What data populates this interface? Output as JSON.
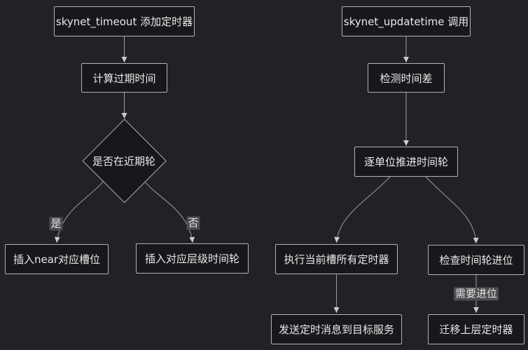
{
  "colors": {
    "background": "#212227",
    "node_fill": "#17181b",
    "node_border": "#b3b3b3",
    "node_text": "#e9e9e9",
    "edge": "#9e9e9e",
    "arrowhead": "#cccccc",
    "edge_label_bg": "#4d4d51",
    "edge_label_text": "#e3e3e3"
  },
  "flows": {
    "timeout": {
      "start": "skynet_timeout 添加定时器",
      "compute_expire": "计算过期时间",
      "decision": "是否在近期轮",
      "branch_yes": "是",
      "branch_no": "否",
      "insert_near_slot": "插入near对应槽位",
      "insert_level_wheel": "插入对应层级时间轮"
    },
    "update": {
      "start": "skynet_updatetime 调用",
      "check_time_diff": "检测时间差",
      "advance_wheel": "逐单位推进时间轮",
      "run_slot_timers": "执行当前槽所有定时器",
      "check_carry": "检查时间轮进位",
      "send_timeout_message": "发送定时消息到目标服务",
      "migrate_upper_timers": "迁移上层定时器",
      "branch_carry": "需要进位"
    }
  }
}
